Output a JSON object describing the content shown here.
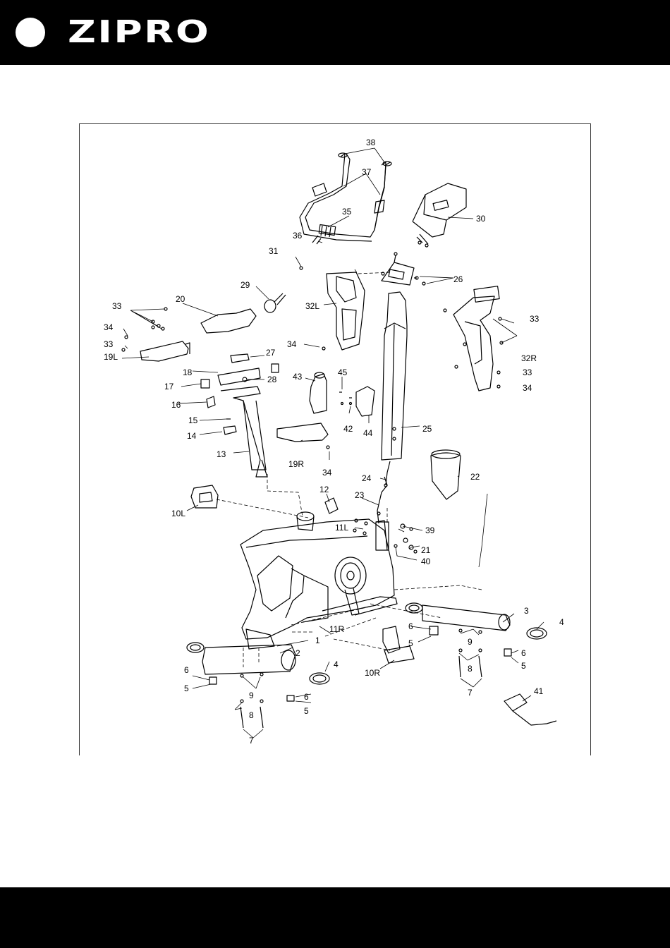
{
  "brand": {
    "name": "ZIPRO"
  },
  "diagram": {
    "labels": [
      {
        "id": "38",
        "text": "38"
      },
      {
        "id": "37",
        "text": "37"
      },
      {
        "id": "35",
        "text": "35"
      },
      {
        "id": "36",
        "text": "36"
      },
      {
        "id": "30",
        "text": "30"
      },
      {
        "id": "31",
        "text": "31"
      },
      {
        "id": "29",
        "text": "29"
      },
      {
        "id": "26",
        "text": "26"
      },
      {
        "id": "32L",
        "text": "32L"
      },
      {
        "id": "33a",
        "text": "33"
      },
      {
        "id": "20",
        "text": "20"
      },
      {
        "id": "33b",
        "text": "33"
      },
      {
        "id": "34a",
        "text": "34"
      },
      {
        "id": "33c",
        "text": "33"
      },
      {
        "id": "19L",
        "text": "19L"
      },
      {
        "id": "34b",
        "text": "34"
      },
      {
        "id": "27",
        "text": "27"
      },
      {
        "id": "18",
        "text": "18"
      },
      {
        "id": "28",
        "text": "28"
      },
      {
        "id": "17",
        "text": "17"
      },
      {
        "id": "43",
        "text": "43"
      },
      {
        "id": "45",
        "text": "45"
      },
      {
        "id": "32R",
        "text": "32R"
      },
      {
        "id": "33d",
        "text": "33"
      },
      {
        "id": "34c",
        "text": "34"
      },
      {
        "id": "16",
        "text": "16"
      },
      {
        "id": "15",
        "text": "15"
      },
      {
        "id": "42",
        "text": "42"
      },
      {
        "id": "44",
        "text": "44"
      },
      {
        "id": "25",
        "text": "25"
      },
      {
        "id": "14",
        "text": "14"
      },
      {
        "id": "13",
        "text": "13"
      },
      {
        "id": "19R",
        "text": "19R"
      },
      {
        "id": "34d",
        "text": "34"
      },
      {
        "id": "22",
        "text": "22"
      },
      {
        "id": "24",
        "text": "24"
      },
      {
        "id": "12",
        "text": "12"
      },
      {
        "id": "23",
        "text": "23"
      },
      {
        "id": "10L",
        "text": "10L"
      },
      {
        "id": "11L",
        "text": "11L"
      },
      {
        "id": "39",
        "text": "39"
      },
      {
        "id": "21",
        "text": "21"
      },
      {
        "id": "40",
        "text": "40"
      },
      {
        "id": "3",
        "text": "3"
      },
      {
        "id": "4a",
        "text": "4"
      },
      {
        "id": "6a",
        "text": "6"
      },
      {
        "id": "11R",
        "text": "11R"
      },
      {
        "id": "1",
        "text": "1"
      },
      {
        "id": "5a",
        "text": "5"
      },
      {
        "id": "9a",
        "text": "9"
      },
      {
        "id": "6b",
        "text": "6"
      },
      {
        "id": "2",
        "text": "2"
      },
      {
        "id": "8a",
        "text": "8"
      },
      {
        "id": "5b",
        "text": "5"
      },
      {
        "id": "10R",
        "text": "10R"
      },
      {
        "id": "6c",
        "text": "6"
      },
      {
        "id": "4b",
        "text": "4"
      },
      {
        "id": "7a",
        "text": "7"
      },
      {
        "id": "5c",
        "text": "5"
      },
      {
        "id": "41",
        "text": "41"
      },
      {
        "id": "6d",
        "text": "6"
      },
      {
        "id": "9b",
        "text": "9"
      },
      {
        "id": "5d",
        "text": "5"
      },
      {
        "id": "8b",
        "text": "8"
      },
      {
        "id": "7b",
        "text": "7"
      }
    ]
  }
}
